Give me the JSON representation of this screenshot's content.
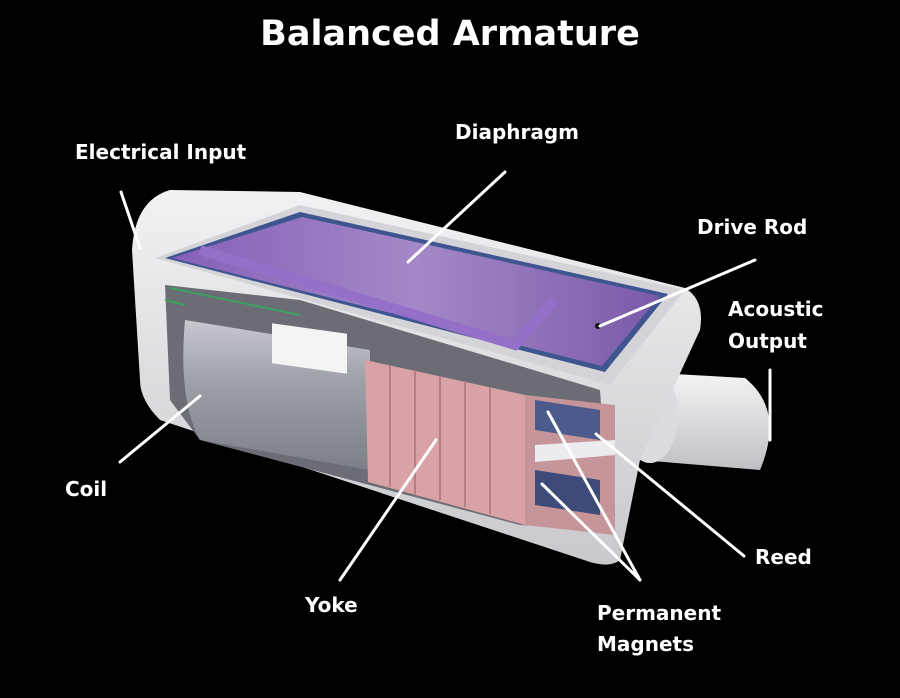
{
  "title": "Balanced Armature",
  "labels": {
    "electrical_input": "Electrical Input",
    "diaphragm": "Diaphragm",
    "drive_rod": "Drive Rod",
    "acoustic_output_1": "Acoustic",
    "acoustic_output_2": "Output",
    "coil": "Coil",
    "yoke": "Yoke",
    "reed": "Reed",
    "permanent_magnets_1": "Permanent",
    "permanent_magnets_2": "Magnets"
  },
  "colors": {
    "background": "#000000",
    "housing": "#e6e6e8",
    "diaphragm": "#8a64b8",
    "coil": "#9a9ca4",
    "yoke": "#d6a0a4",
    "magnet": "#4c5a8c"
  }
}
